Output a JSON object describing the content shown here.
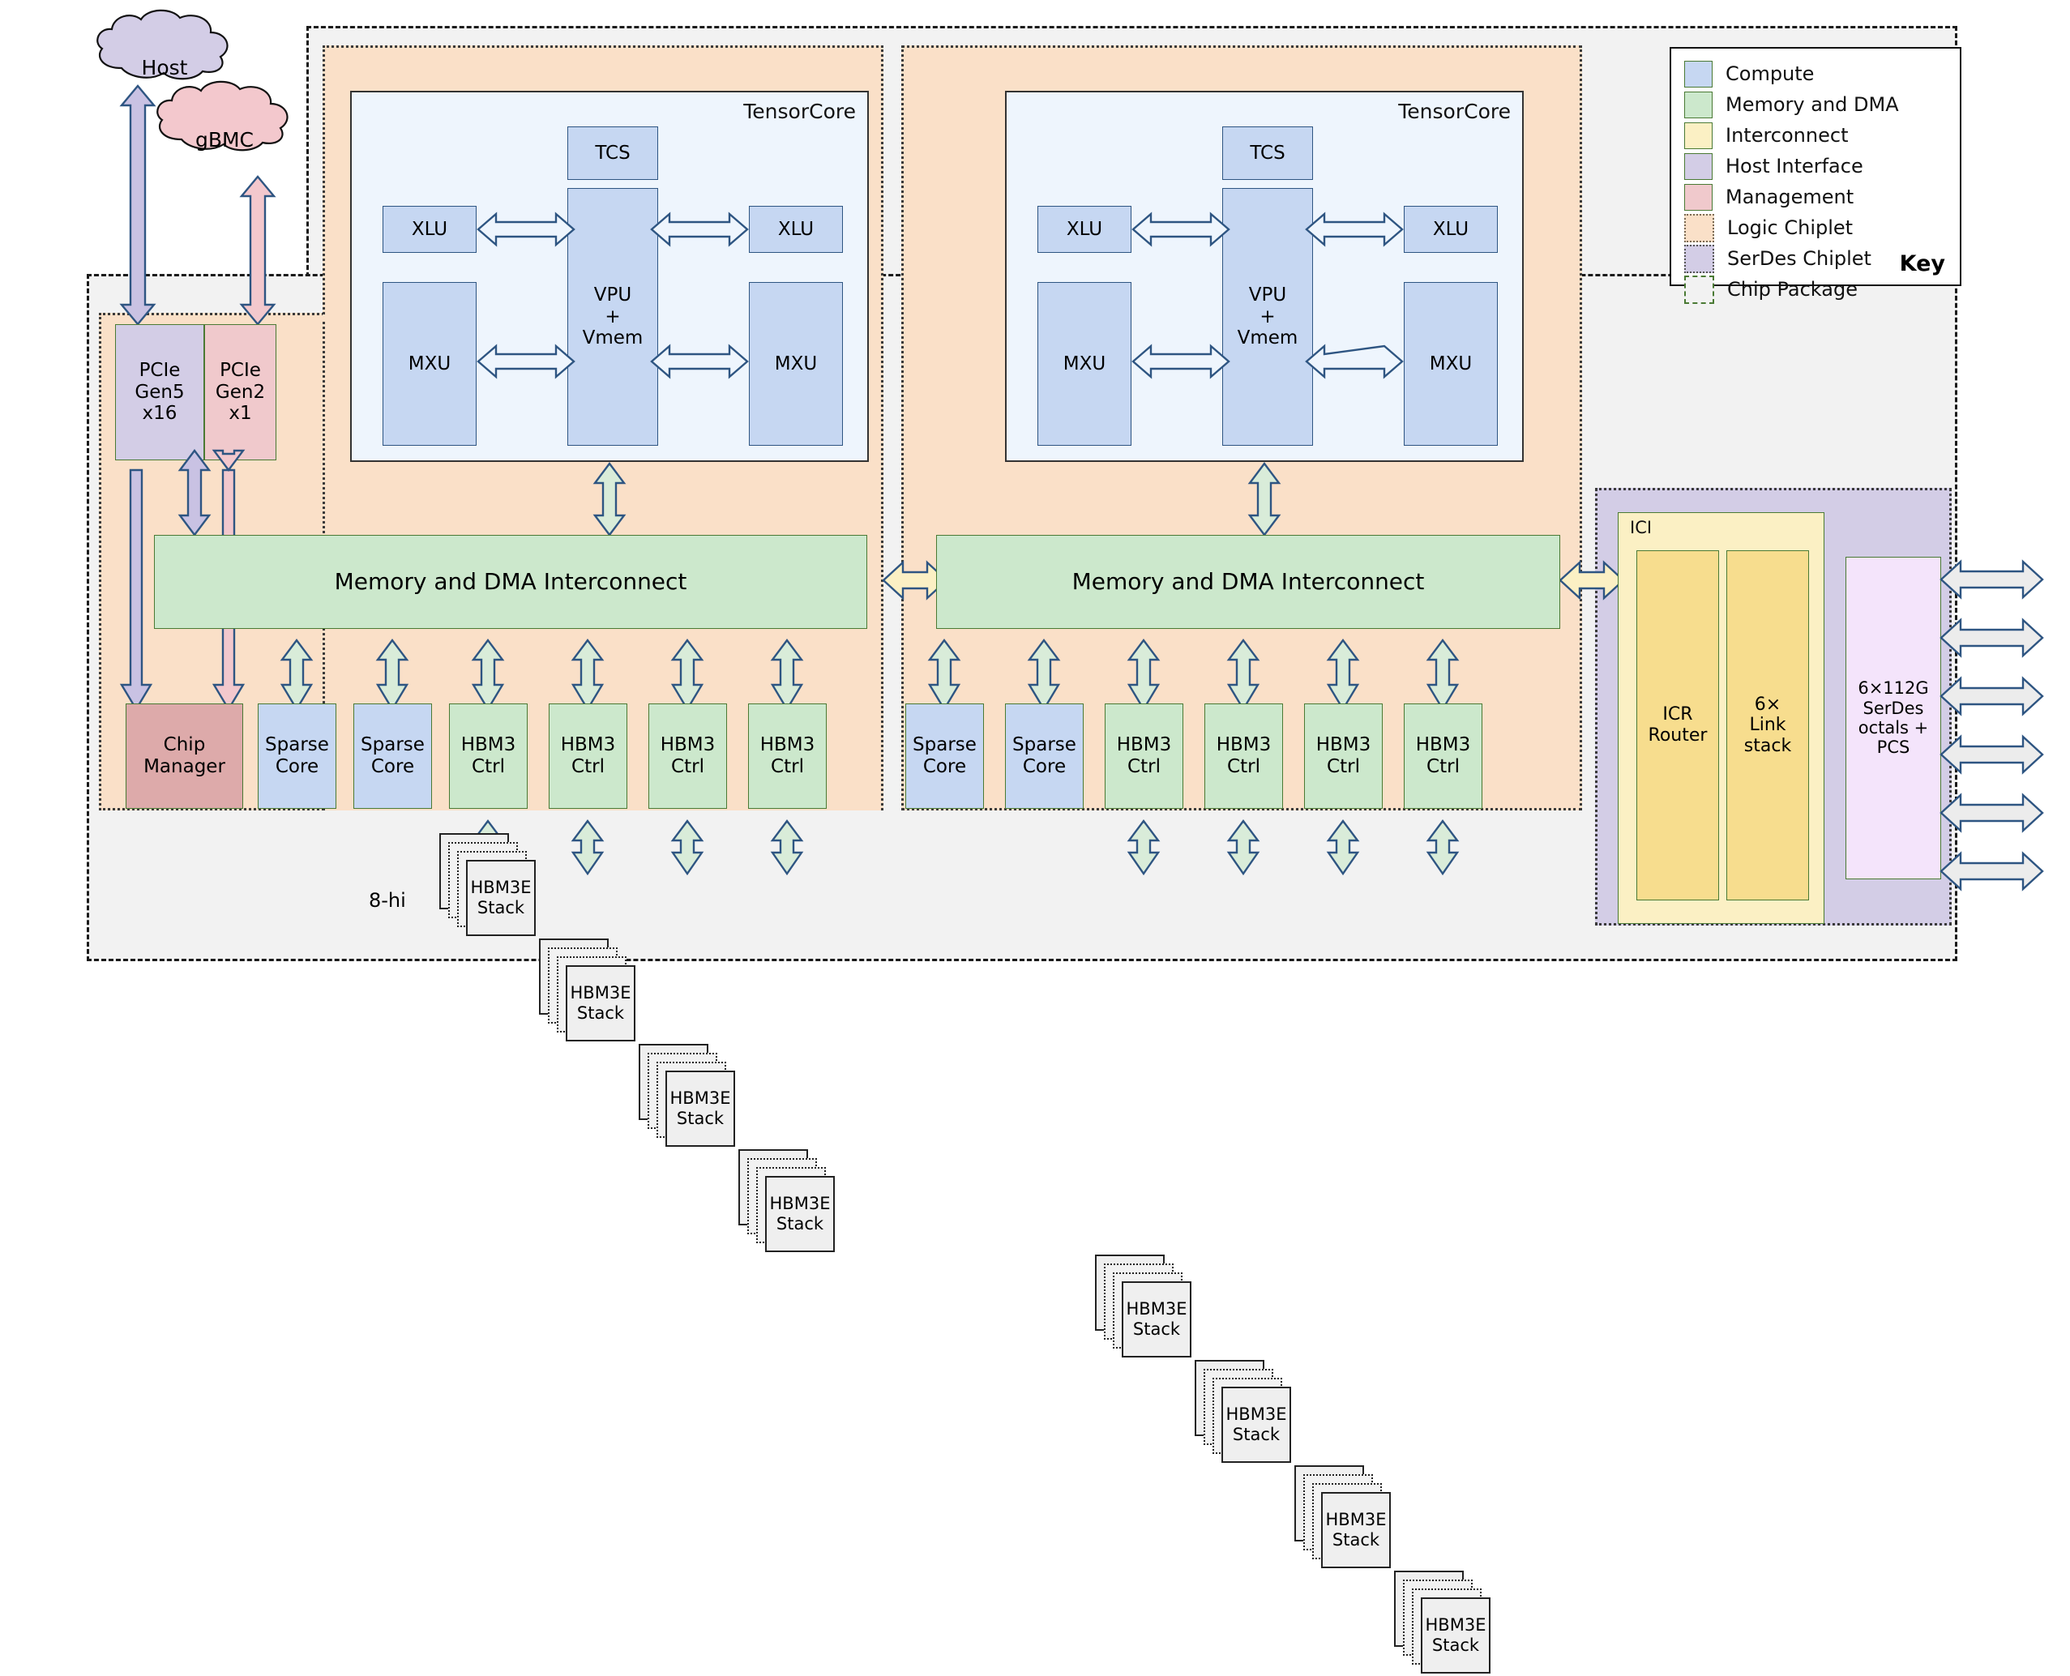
{
  "diagram": {
    "title": "TPU chip package block diagram",
    "external_nodes": [
      {
        "name": "host",
        "label": "Host",
        "color": "#d3cde6"
      },
      {
        "name": "gbmc",
        "label": "gBMC",
        "color": "#f3c8cd"
      }
    ],
    "stack_note": "8-hi",
    "chiplet_left": {
      "tensorcore": {
        "title": "TensorCore",
        "tcs": "TCS",
        "vpu": "VPU\n+\nVmem",
        "vpu_lines": [
          "VPU",
          "+",
          "Vmem"
        ],
        "xlu_left": "XLU",
        "xlu_right": "XLU",
        "mxu_left": "MXU",
        "mxu_right": "MXU"
      },
      "interconnect_bar": "Memory and DMA Interconnect",
      "host_iface": [
        {
          "name": "pcie-gen5",
          "lines": [
            "PCIe",
            "Gen5",
            "x16"
          ],
          "kind": "Host Interface"
        },
        {
          "name": "pcie-gen2",
          "lines": [
            "PCIe",
            "Gen2",
            "x1"
          ],
          "kind": "Management"
        }
      ],
      "bottom_row": [
        {
          "name": "chip-manager",
          "lines": [
            "Chip",
            "Manager"
          ],
          "kind": "Management"
        },
        {
          "name": "sparse-core-1",
          "lines": [
            "Sparse",
            "Core"
          ],
          "kind": "Compute"
        },
        {
          "name": "sparse-core-2",
          "lines": [
            "Sparse",
            "Core"
          ],
          "kind": "Compute"
        },
        {
          "name": "hbm3-ctrl-1",
          "lines": [
            "HBM3",
            "Ctrl"
          ],
          "kind": "Memory and DMA"
        },
        {
          "name": "hbm3-ctrl-2",
          "lines": [
            "HBM3",
            "Ctrl"
          ],
          "kind": "Memory and DMA"
        },
        {
          "name": "hbm3-ctrl-3",
          "lines": [
            "HBM3",
            "Ctrl"
          ],
          "kind": "Memory and DMA"
        },
        {
          "name": "hbm3-ctrl-4",
          "lines": [
            "HBM3",
            "Ctrl"
          ],
          "kind": "Memory and DMA"
        }
      ],
      "hbm_stacks": [
        {
          "lines": [
            "HBM3E",
            "Stack"
          ]
        },
        {
          "lines": [
            "HBM3E",
            "Stack"
          ]
        },
        {
          "lines": [
            "HBM3E",
            "Stack"
          ]
        },
        {
          "lines": [
            "HBM3E",
            "Stack"
          ]
        }
      ]
    },
    "chiplet_right": {
      "tensorcore": {
        "title": "TensorCore",
        "tcs": "TCS",
        "vpu_lines": [
          "VPU",
          "+",
          "Vmem"
        ],
        "xlu_left": "XLU",
        "xlu_right": "XLU",
        "mxu_left": "MXU",
        "mxu_right": "MXU"
      },
      "interconnect_bar": "Memory and DMA Interconnect",
      "bottom_row": [
        {
          "name": "sparse-core-3",
          "lines": [
            "Sparse",
            "Core"
          ],
          "kind": "Compute"
        },
        {
          "name": "sparse-core-4",
          "lines": [
            "Sparse",
            "Core"
          ],
          "kind": "Compute"
        },
        {
          "name": "hbm3-ctrl-5",
          "lines": [
            "HBM3",
            "Ctrl"
          ],
          "kind": "Memory and DMA"
        },
        {
          "name": "hbm3-ctrl-6",
          "lines": [
            "HBM3",
            "Ctrl"
          ],
          "kind": "Memory and DMA"
        },
        {
          "name": "hbm3-ctrl-7",
          "lines": [
            "HBM3",
            "Ctrl"
          ],
          "kind": "Memory and DMA"
        },
        {
          "name": "hbm3-ctrl-8",
          "lines": [
            "HBM3",
            "Ctrl"
          ],
          "kind": "Memory and DMA"
        }
      ],
      "hbm_stacks": [
        {
          "lines": [
            "HBM3E",
            "Stack"
          ]
        },
        {
          "lines": [
            "HBM3E",
            "Stack"
          ]
        },
        {
          "lines": [
            "HBM3E",
            "Stack"
          ]
        },
        {
          "lines": [
            "HBM3E",
            "Stack"
          ]
        }
      ]
    },
    "serdes_chiplet": {
      "ici_label": "ICI",
      "icr_router_lines": [
        "ICR",
        "Router"
      ],
      "link_stack_lines": [
        "6×",
        "Link",
        "stack"
      ],
      "serdes_lines": [
        "6×112G",
        "SerDes",
        "octals +",
        "PCS"
      ],
      "external_link_count": 6
    },
    "key": {
      "title": "Key",
      "items": [
        {
          "label": "Compute",
          "color": "#c6d7f2",
          "style": "solid"
        },
        {
          "label": "Memory and DMA",
          "color": "#ccE8cc",
          "style": "solid"
        },
        {
          "label": "Interconnect",
          "color": "#fbf0c4",
          "style": "solid"
        },
        {
          "label": "Host Interface",
          "color": "#d3cde6",
          "style": "solid"
        },
        {
          "label": "Management",
          "color": "#f0c9cc",
          "style": "solid"
        },
        {
          "label": "Logic Chiplet",
          "color": "#fae0c8",
          "style": "dotted"
        },
        {
          "label": "SerDes Chiplet",
          "color": "#d3cde6",
          "style": "dotted"
        },
        {
          "label": "Chip Package",
          "color": "#f2f2f2",
          "style": "dashdot"
        }
      ]
    },
    "colors": {
      "compute": "#c6d7f2",
      "memory": "#ccE8cc",
      "interconnect": "#fbf0c4",
      "host_interface": "#d3cde6",
      "management": "#f0c9cc",
      "logic_chiplet": "#fae0c8",
      "serdes_chiplet": "#d3cde6",
      "chip_package": "#f2f2f2",
      "arrow_outline": "#2e5582"
    }
  }
}
